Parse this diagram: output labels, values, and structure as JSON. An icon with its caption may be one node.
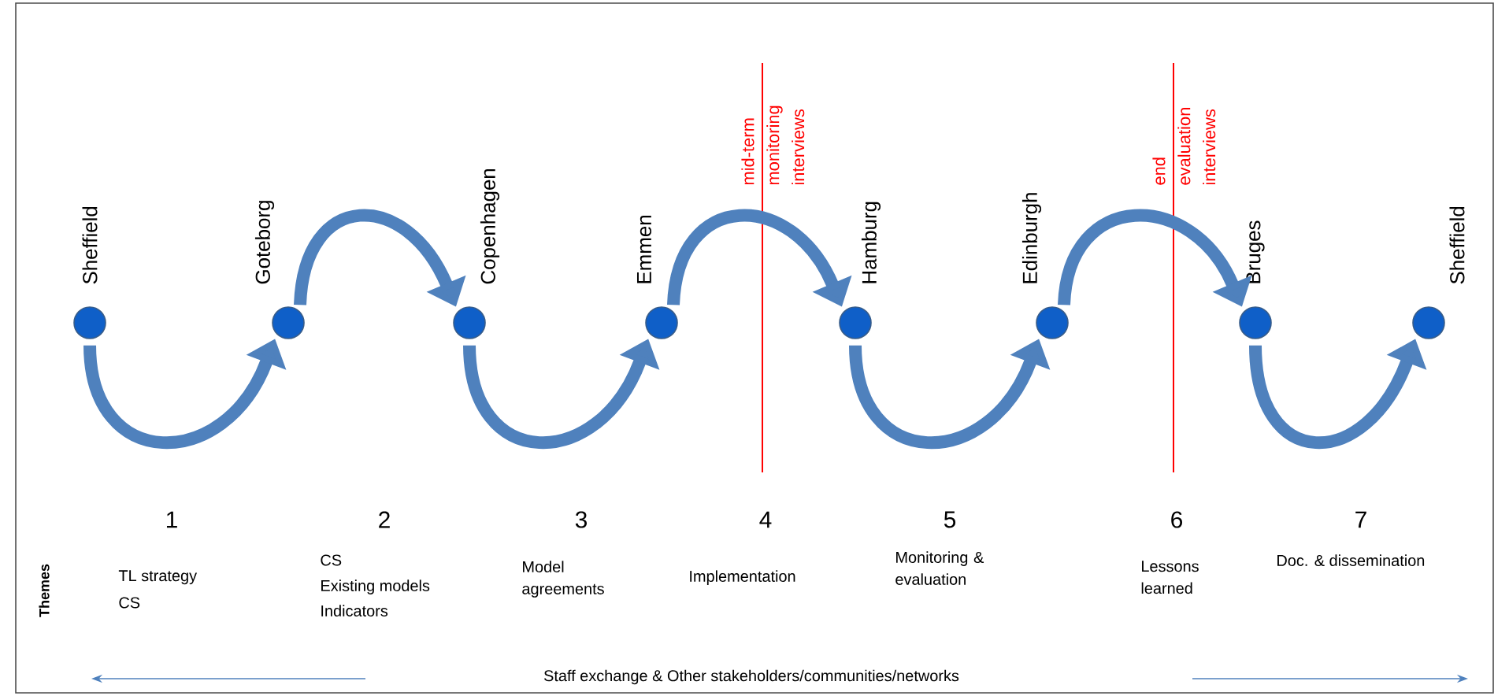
{
  "diagram": {
    "nodes": [
      {
        "text": [],
        "shape": "circle",
        "beside": [
          "Sheffield"
        ]
      },
      {
        "text": [],
        "shape": "circle",
        "beside": [
          "Goteborg"
        ]
      },
      {
        "text": [],
        "shape": "circle",
        "beside": [
          "Copenhagen"
        ]
      },
      {
        "text": [],
        "shape": "circle",
        "beside": [
          "Emmen"
        ]
      },
      {
        "text": [],
        "shape": "circle",
        "beside": [
          "Hamburg"
        ]
      },
      {
        "text": [],
        "shape": "circle",
        "beside": [
          "Edinburgh"
        ]
      },
      {
        "text": [],
        "shape": "circle",
        "beside": [
          "Bruges"
        ]
      },
      {
        "text": [],
        "shape": "circle",
        "beside": [
          "Sheffield"
        ]
      }
    ],
    "edges": [
      {
        "from": 0,
        "to": 1,
        "arrow": "to"
      },
      {
        "from": 1,
        "to": 2,
        "arrow": "to"
      },
      {
        "from": 2,
        "to": 3,
        "arrow": "to"
      },
      {
        "from": 3,
        "to": 4,
        "arrow": "to"
      },
      {
        "from": 4,
        "to": 5,
        "arrow": "to"
      },
      {
        "from": 5,
        "to": 6,
        "arrow": "to"
      },
      {
        "from": 6,
        "to": 7,
        "arrow": "to"
      }
    ],
    "labels": [
      "mid-term monitoring interviews",
      "end evaluation interviews",
      "1",
      "2",
      "3",
      "4",
      "5",
      "6",
      "7",
      "Themes",
      "TL strategy",
      "CS",
      "CS",
      "Existing models",
      "Indicators",
      "Model agreements",
      "Implementation",
      "Monitoring & evaluation",
      "Lessons learned",
      "Doc. & dissemination",
      "Staff exchange & Other stakeholders/communities/networks"
    ]
  }
}
